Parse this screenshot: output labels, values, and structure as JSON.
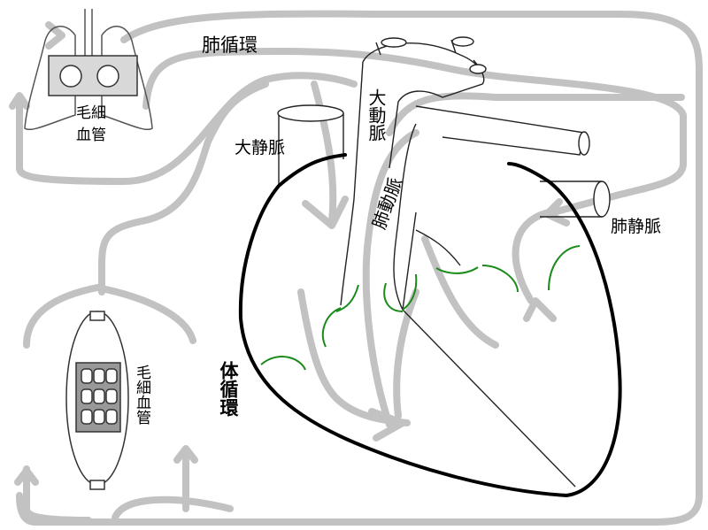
{
  "labels": {
    "pulmonary_circulation": "肺循環",
    "aorta": "大動脈",
    "vena_cava": "大静脈",
    "pulmonary_artery": "肺動脈",
    "pulmonary_vein": "肺静脈",
    "capillary_lung_line1": "毛細",
    "capillary_lung_line2": "血管",
    "capillary_body": "毛細血管",
    "systemic_circulation": "体循環"
  },
  "colors": {
    "flow": "#bdbdbd",
    "outline": "#000000",
    "valve": "#1a8a1a"
  }
}
